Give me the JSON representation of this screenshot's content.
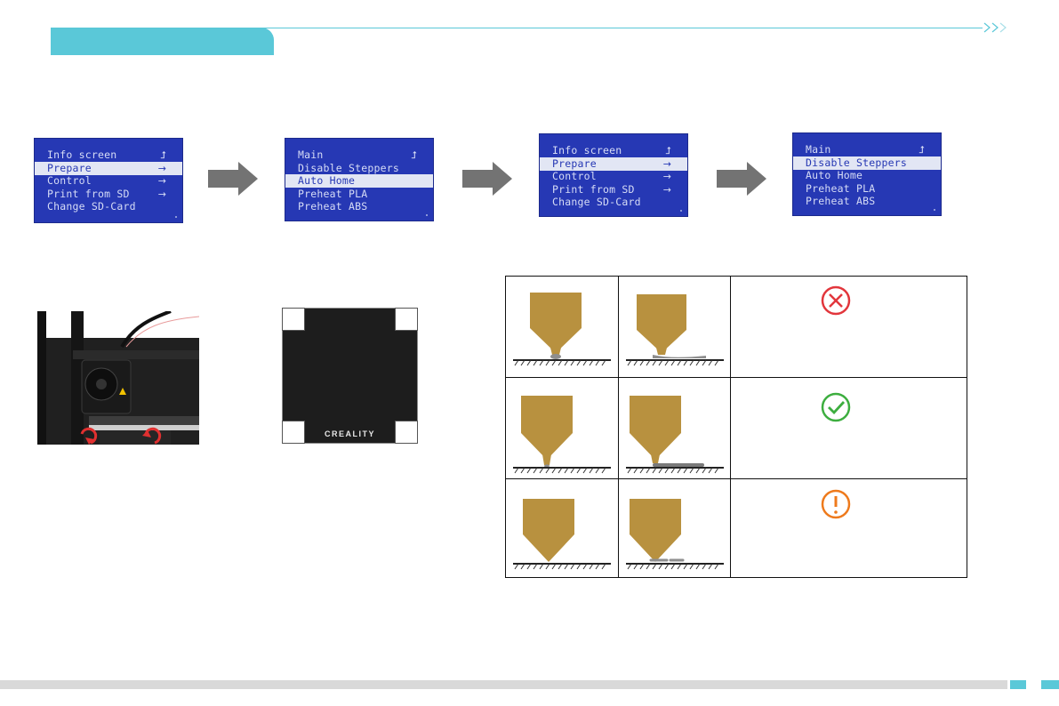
{
  "colors": {
    "accent": "#5ac8d8",
    "lcd_background": "#2638b4",
    "nozzle": "#b8913f",
    "error_icon": "#e2363c",
    "ok_icon": "#3dae3f",
    "warning_icon": "#ee7a1c"
  },
  "lcd_screens": [
    {
      "rows": [
        {
          "label": "Info screen",
          "mark": "⮥"
        },
        {
          "label": "Prepare",
          "mark": "→",
          "selected": true
        },
        {
          "label": "Control",
          "mark": "→"
        },
        {
          "label": "Print from SD",
          "mark": "→"
        },
        {
          "label": "Change SD-Card",
          "mark": ""
        }
      ]
    },
    {
      "rows": [
        {
          "label": "Main",
          "mark": "⮥"
        },
        {
          "label": "Disable Steppers",
          "mark": ""
        },
        {
          "label": "Auto Home",
          "mark": "",
          "selected": true
        },
        {
          "label": "Preheat PLA",
          "mark": ""
        },
        {
          "label": "Preheat ABS",
          "mark": ""
        }
      ]
    },
    {
      "rows": [
        {
          "label": "Info screen",
          "mark": "⮥"
        },
        {
          "label": "Prepare",
          "mark": "→",
          "selected": true
        },
        {
          "label": "Control",
          "mark": "→"
        },
        {
          "label": "Print from SD",
          "mark": "→"
        },
        {
          "label": "Change SD-Card",
          "mark": ""
        }
      ]
    },
    {
      "rows": [
        {
          "label": "Main",
          "mark": "⮥"
        },
        {
          "label": "Disable Steppers",
          "mark": "",
          "selected": true
        },
        {
          "label": "Auto Home",
          "mark": ""
        },
        {
          "label": "Preheat PLA",
          "mark": ""
        },
        {
          "label": "Preheat ABS",
          "mark": ""
        }
      ]
    }
  ],
  "bed": {
    "logo_text": "CREALITY"
  },
  "leveling_table": {
    "rows": [
      {
        "status_icon": "x-circle-icon"
      },
      {
        "status_icon": "check-circle-icon"
      },
      {
        "status_icon": "exclamation-circle-icon"
      }
    ]
  }
}
